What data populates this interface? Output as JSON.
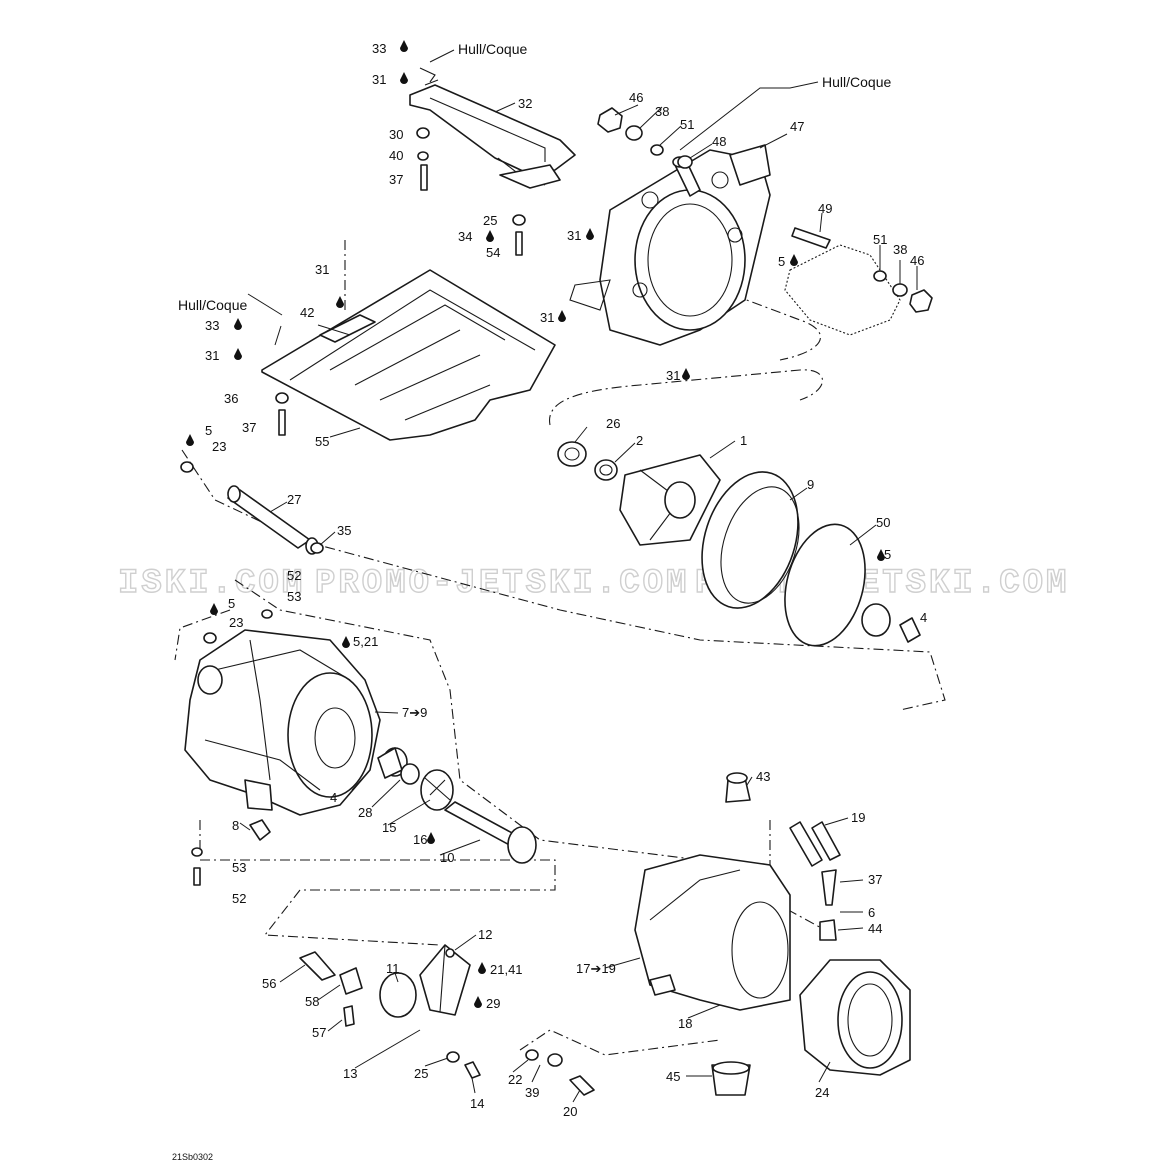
{
  "diagram": {
    "hull_label": "Hull/Coque",
    "reference_code": "21Sb0302",
    "watermark": "PROMO-JETSKI.COM",
    "watermark_left": "ISKI.COM",
    "labels": {
      "l1": "1",
      "l2": "2",
      "l4a": "4",
      "l4b": "4",
      "l5a": "5",
      "l5b": "5",
      "l5c": "5",
      "l5d": "5",
      "l521": "5,21",
      "l6": "6",
      "l79": "7➔9",
      "l8": "8",
      "l9": "9",
      "l10": "10",
      "l11": "11",
      "l12": "12",
      "l13": "13",
      "l14": "14",
      "l15": "15",
      "l16": "16",
      "l1719": "17➔19",
      "l18": "18",
      "l19": "19",
      "l20": "20",
      "l2141": "21,41",
      "l22": "22",
      "l23a": "23",
      "l23b": "23",
      "l24": "24",
      "l25a": "25",
      "l25b": "25",
      "l26": "26",
      "l27": "27",
      "l28": "28",
      "l29": "29",
      "l30": "30",
      "l31a": "31",
      "l31b": "31",
      "l31c": "31",
      "l31d": "31",
      "l31e": "31",
      "l31f": "31",
      "l32": "32",
      "l33a": "33",
      "l33b": "33",
      "l34": "34",
      "l35": "35",
      "l36": "36",
      "l37a": "37",
      "l37b": "37",
      "l37c": "37",
      "l38a": "38",
      "l38b": "38",
      "l39": "39",
      "l40": "40",
      "l42": "42",
      "l43": "43",
      "l44": "44",
      "l45": "45",
      "l46a": "46",
      "l46b": "46",
      "l47": "47",
      "l48": "48",
      "l49": "49",
      "l50": "50",
      "l51a": "51",
      "l51b": "51",
      "l52a": "52",
      "l52b": "52",
      "l53a": "53",
      "l53b": "53",
      "l54": "54",
      "l55": "55",
      "l56": "56",
      "l57": "57",
      "l58": "58"
    }
  }
}
